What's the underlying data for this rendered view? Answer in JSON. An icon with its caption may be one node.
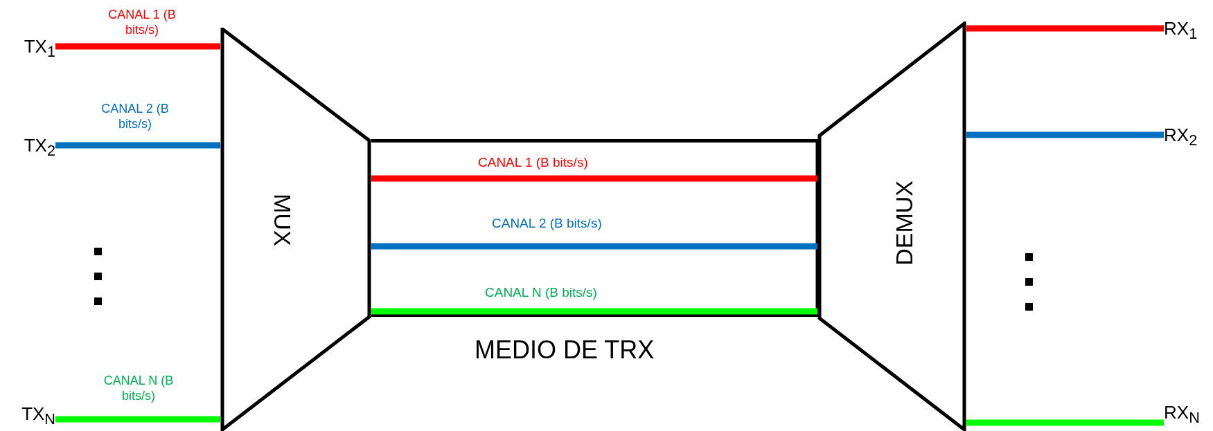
{
  "diagram": {
    "nodes": [
      {
        "text": [
          "TX$_{1}$"
        ]
      },
      {
        "text": [
          "TX$_{2}$"
        ]
      },
      {
        "text": [
          "TX$_{N}$"
        ]
      },
      {
        "text": [
          "MUX"
        ]
      },
      {
        "text": [
          "DEMUX"
        ]
      },
      {
        "text": [
          "RX$_{1}$"
        ]
      },
      {
        "text": [
          "RX$_{2}$"
        ]
      },
      {
        "text": [
          "RX$_{N}$"
        ]
      }
    ],
    "edges": [
      {
        "from": 0,
        "to": 3,
        "arrow": "none",
        "label": "CANAL 1 (B bits/s)",
        "color": "#ff0000"
      },
      {
        "from": 1,
        "to": 3,
        "arrow": "none",
        "label": "CANAL 2 (B bits/s)",
        "color": "#0070c0"
      },
      {
        "from": 2,
        "to": 3,
        "arrow": "none",
        "label": "CANAL N (B bits/s)",
        "color": "#00ff00"
      },
      {
        "from": 3,
        "to": 4,
        "arrow": "none",
        "label": "CANAL 1 (B bits/s)",
        "color": "#ff0000"
      },
      {
        "from": 3,
        "to": 4,
        "arrow": "none",
        "label": "CANAL 2 (B bits/s)",
        "color": "#0070c0"
      },
      {
        "from": 3,
        "to": 4,
        "arrow": "none",
        "label": "CANAL N (B bits/s)",
        "color": "#00ff00"
      },
      {
        "from": 4,
        "to": 5,
        "arrow": "none",
        "color": "#ff0000"
      },
      {
        "from": 4,
        "to": 6,
        "arrow": "none",
        "color": "#0070c0"
      },
      {
        "from": 4,
        "to": 7,
        "arrow": "none",
        "color": "#00ff00"
      }
    ],
    "labels": [
      "MEDIO DE TRX"
    ]
  }
}
